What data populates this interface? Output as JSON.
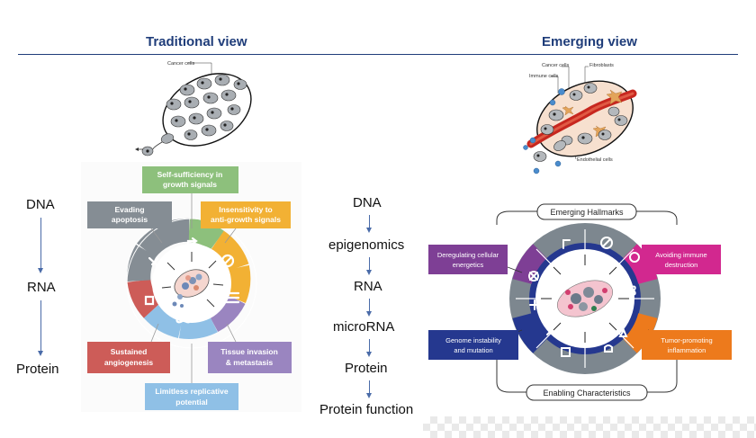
{
  "titles": {
    "traditional": "Traditional view",
    "emerging": "Emerging view"
  },
  "left_flow": {
    "dna": "DNA",
    "rna": "RNA",
    "protein": "Protein"
  },
  "right_flow": {
    "dna": "DNA",
    "epigenomics": "epigenomics",
    "rna": "RNA",
    "microrna": "microRNA",
    "protein": "Protein",
    "protein_function": "Protein function"
  },
  "traditional_illustration": {
    "cancer_cells_label": "Cancer cells"
  },
  "emerging_illustration": {
    "cancer_cells_label": "Cancer cells",
    "fibroblasts_label": "Fibroblasts",
    "immune_cells_label": "Immune cells",
    "endothelial_cells_label": "Endothelial cells"
  },
  "hallmarks": {
    "self_sufficiency": [
      "Self-sufficiency in",
      "growth signals"
    ],
    "evading_apoptosis": [
      "Evading",
      "apoptosis"
    ],
    "insensitivity": [
      "Insensitivity to",
      "anti-growth signals"
    ],
    "sustained_angiogenesis": [
      "Sustained",
      "angiogenesis"
    ],
    "tissue_invasion": [
      "Tissue invasion",
      "& metastasis"
    ],
    "limitless_replicative": [
      "Limitless replicative",
      "potential"
    ]
  },
  "emerging_hallmarks": {
    "header": "Emerging Hallmarks",
    "footer": "Enabling Characteristics",
    "deregulating": [
      "Deregulating cellular",
      "energetics"
    ],
    "avoiding_immune": [
      "Avoiding immune",
      "destruction"
    ],
    "genome_instability": [
      "Genome instability",
      "and mutation"
    ],
    "tumor_promoting": [
      "Tumor-promoting",
      "inflammation"
    ]
  },
  "colors": {
    "heading_blue": "#1f3d7a",
    "green": "#8dc07c",
    "gray": "#858d94",
    "yellow": "#f2b134",
    "red": "#cd5c58",
    "purple": "#9a85c0",
    "light_blue": "#8fc0e6",
    "violet": "#7e3f95",
    "magenta": "#d2288f",
    "navy": "#25388f",
    "orange": "#ed7a1c"
  }
}
